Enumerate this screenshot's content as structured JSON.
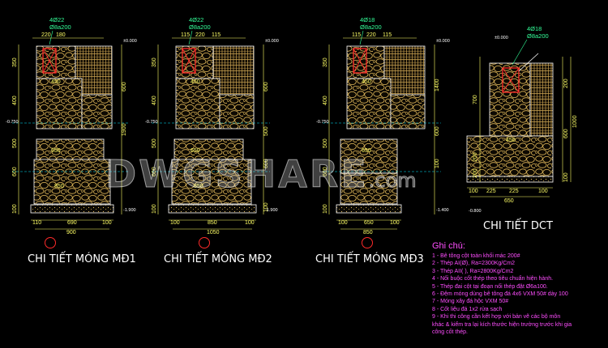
{
  "colors": {
    "background": "#000000",
    "outline": "#ffffff",
    "dimension": "#ffff66",
    "stone": "#e0b85a",
    "hatch": "#c8a050",
    "rebar": "#ff2a2a",
    "steel_label": "#33ff99",
    "notes": "#ff4dff",
    "dash": "#00e5ff"
  },
  "watermark": {
    "text": "DWGSHARE",
    "suffix": ".com"
  },
  "details": [
    {
      "title": "CHI TIẾT MÓNG MĐ1",
      "steel": [
        "4Ø22",
        "Ø8a200"
      ],
      "top_dims": [
        "220",
        "180"
      ],
      "left_dims": [
        "350",
        "400",
        "500",
        "600",
        "100"
      ],
      "right_dims": [
        "600",
        "1900"
      ],
      "widths": [
        "450",
        "650",
        "850"
      ],
      "bottom_dims": [
        "110",
        "690",
        "100",
        "900"
      ],
      "elev": [
        "±0.000",
        "-0.750",
        "-1.900"
      ]
    },
    {
      "title": "CHI TIẾT MÓNG MĐ2",
      "steel": [
        "4Ø22",
        "Ø8a200"
      ],
      "top_dims": [
        "115",
        "220",
        "115"
      ],
      "left_dims": [
        "350",
        "400",
        "500",
        "600",
        "100"
      ],
      "right_dims": [
        "600",
        "500",
        "600",
        "100"
      ],
      "widths": [
        "450",
        "650",
        "850"
      ],
      "bottom_dims": [
        "100",
        "850",
        "100",
        "1050"
      ],
      "elev": [
        "±0.000",
        "-0.750",
        "-1.900"
      ]
    },
    {
      "title": "CHI TIẾT MÓNG MĐ3",
      "steel": [
        "4Ø18",
        "Ø8a200"
      ],
      "top_dims": [
        "115",
        "220",
        "115"
      ],
      "left_dims": [
        "350",
        "400",
        "500",
        "600",
        "100"
      ],
      "right_dims": [
        "1400",
        "600",
        "100"
      ],
      "widths": [
        "450",
        "650"
      ],
      "bottom_dims": [
        "100",
        "650",
        "100",
        "850"
      ],
      "elev": [
        "±0.000",
        "-0.750",
        "-1.400"
      ]
    },
    {
      "title": "CHI TIẾT DCT",
      "steel": [
        "4Ø18",
        "Ø8a200"
      ],
      "top_dims": [],
      "left_dims": [
        "700",
        "200",
        "200"
      ],
      "right_dims": [
        "200",
        "600",
        "1000",
        "100"
      ],
      "widths": [
        "450"
      ],
      "bottom_dims": [
        "100",
        "225",
        "225",
        "100",
        "650"
      ],
      "elev": [
        "±0.000",
        "-0.800"
      ]
    }
  ],
  "notes": {
    "heading": "Ghi chú:",
    "lines": [
      "1 - Bê tông cột toàn khối mác 200#",
      "2 - Thép AI(Ø), Ra=2300Kg/Cm2",
      "3 - Thép AII( ), Ra=2800Kg/Cm2",
      "4 - Nối buộc cốt thép theo tiêu chuẩn hiện hành.",
      "5 - Thép đai cột tại đoạn nối thép đặt Ø6a100.",
      "6 - Đệm móng dùng bê tông đá 4x6 VXM 50# dày 100",
      "7 - Móng xây đá hộc VXM 50#",
      "8 - Cốt liệu đá 1x2 rửa sạch",
      "9 - Khi thi công cần kết hợp với bản vẽ các bộ môn",
      "khác & kiểm tra lại kích thước hiện trường trước khi gia",
      "công cốt thép."
    ]
  }
}
